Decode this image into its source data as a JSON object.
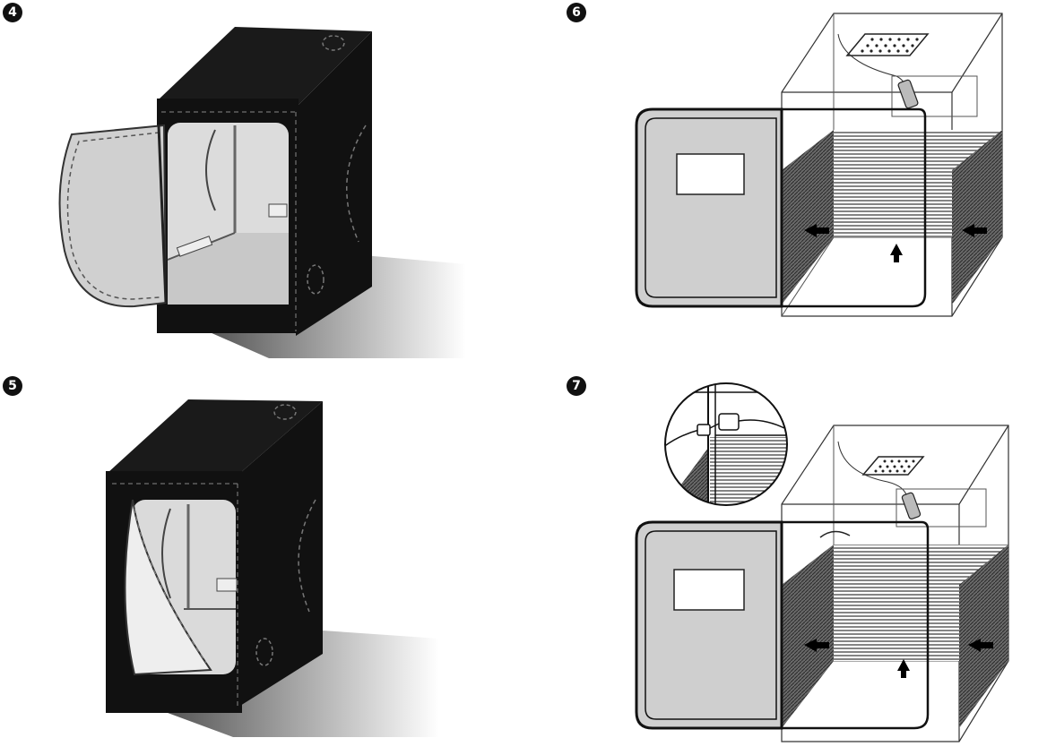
{
  "steps": [
    {
      "number": "4"
    },
    {
      "number": "5"
    },
    {
      "number": "6"
    },
    {
      "number": "7"
    }
  ],
  "colors": {
    "tent_body": "#111111",
    "interior_lining": "#d9d9d9",
    "floor_shadow": "#555555",
    "mesh_panel": "#3a3a3a",
    "arrow": "#000000"
  }
}
